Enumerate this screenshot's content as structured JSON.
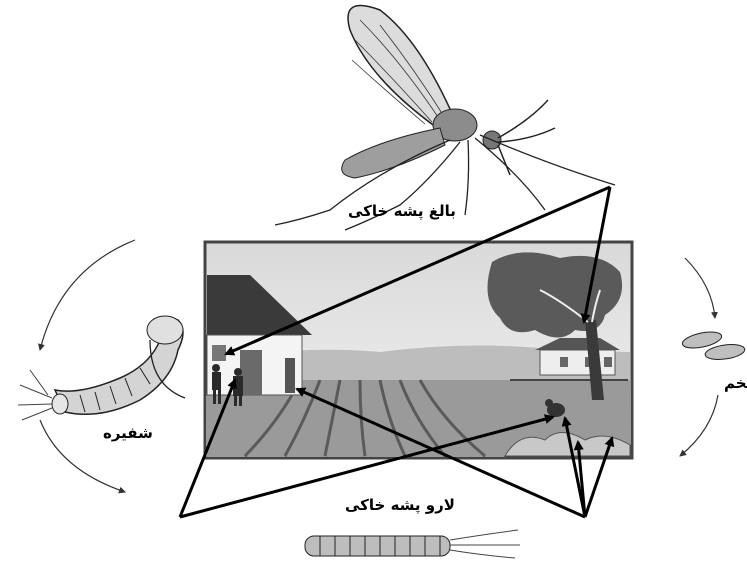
{
  "labels": {
    "adult": "بالغ پشه خاکی",
    "larva": "لارو پشه خاکی",
    "pupa": "شفیره",
    "egg": "تخم"
  },
  "colors": {
    "ink": "#000000",
    "scene_frame": "#444444",
    "sky": "#e6e6e6",
    "field": "#8a8a8a",
    "tree": "#555555"
  },
  "icons": {
    "adult": "sand-fly-adult-icon",
    "larva": "sand-fly-larva-icon",
    "pupa": "sand-fly-pupa-icon",
    "egg": "sand-fly-egg-icon",
    "scene": "village-scene-illustration"
  }
}
